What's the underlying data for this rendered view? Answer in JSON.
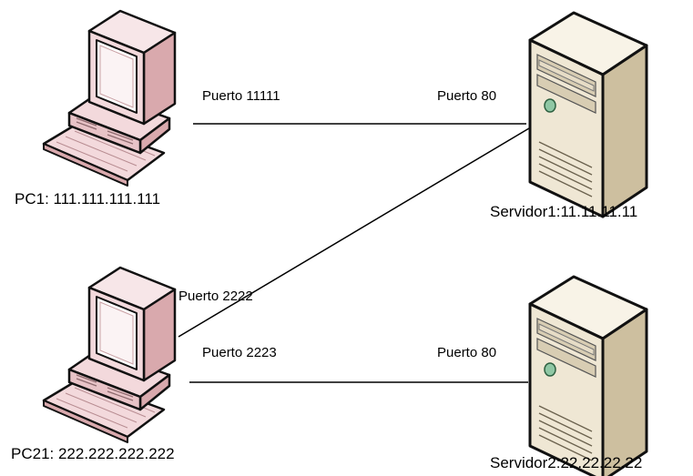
{
  "devices": {
    "pc1": {
      "label": "PC1: 111.111.111.111"
    },
    "pc21": {
      "label": "PC21: 222.222.222.222"
    },
    "servidor1": {
      "label": "Servidor1:11.11.11.11"
    },
    "servidor2": {
      "label": "Servidor2:22.22.22.22"
    }
  },
  "ports": {
    "pc1_port": "Puerto 11111",
    "servidor1_port": "Puerto 80",
    "pc21_port_a": "Puerto 2222",
    "pc21_port_b": "Puerto 2223",
    "servidor2_port": "Puerto 80"
  },
  "connections": [
    {
      "from": "pc1",
      "to": "servidor1",
      "from_port": "Puerto 11111",
      "to_port": "Puerto 80"
    },
    {
      "from": "pc21",
      "to": "servidor1",
      "from_port": "Puerto 2222",
      "to_port": ""
    },
    {
      "from": "pc21",
      "to": "servidor2",
      "from_port": "Puerto 2223",
      "to_port": "Puerto 80"
    }
  ],
  "colors": {
    "pc_body": "#f3d9dc",
    "pc_shade": "#d9a9ad",
    "server_body": "#efe7d4",
    "server_front": "#f7f2e6",
    "server_shade": "#cdbf9f",
    "line": "#000000"
  },
  "icons": {
    "pc": "desktop-computer-icon",
    "server": "tower-server-icon"
  }
}
